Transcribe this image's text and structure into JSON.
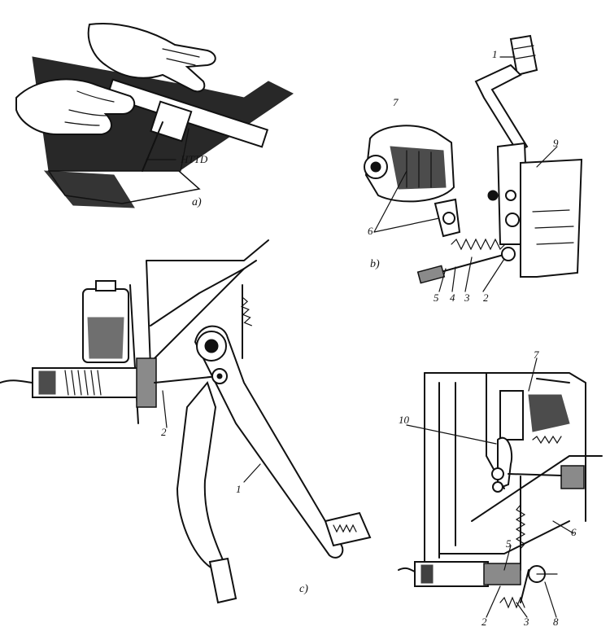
{
  "panels": {
    "a": {
      "caption": "a)",
      "gauge_label": "HTTD"
    },
    "b": {
      "caption": "b)",
      "labels": [
        "1",
        "2",
        "3",
        "4",
        "5",
        "6",
        "7",
        "9"
      ]
    },
    "c": {
      "caption": "c)",
      "labels": [
        "1",
        "2"
      ]
    },
    "d": {
      "labels": [
        "2",
        "3",
        "5",
        "6",
        "7",
        "8",
        "10"
      ]
    }
  }
}
